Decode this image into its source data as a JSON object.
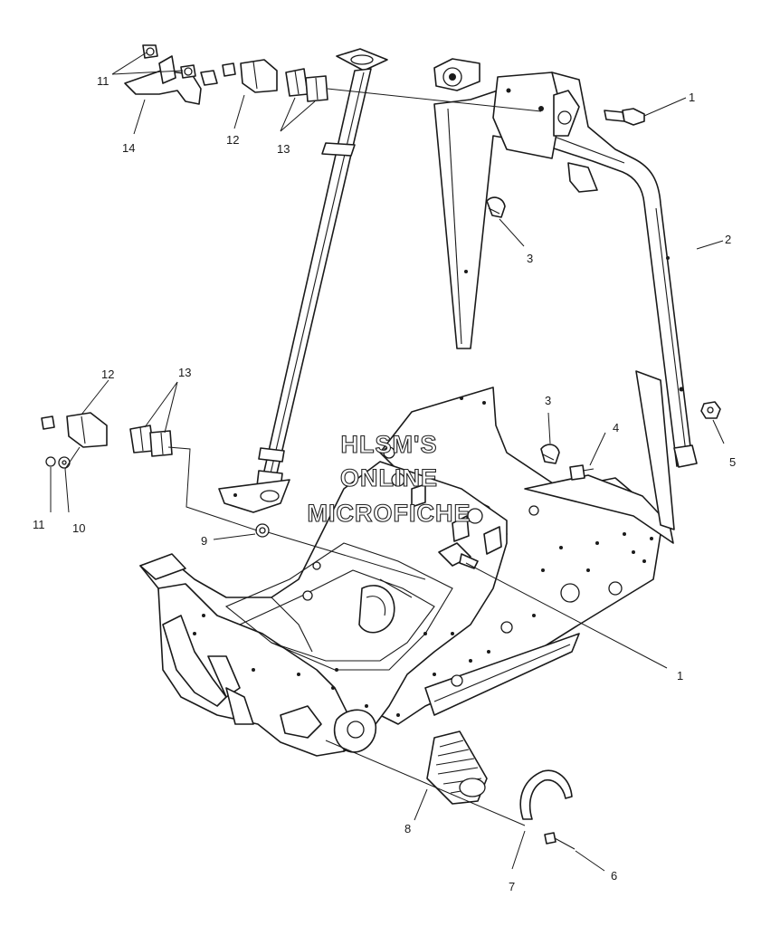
{
  "watermark": {
    "line1": "HLSM'S",
    "line2": "ONLINE",
    "line3": "MICROFICHE"
  },
  "callouts": {
    "c11a": "11",
    "c14": "14",
    "c12a": "12",
    "c13a": "13",
    "c1a": "1",
    "c2": "2",
    "c3a": "3",
    "c12b": "12",
    "c13b": "13",
    "c3b": "3",
    "c4": "4",
    "c5": "5",
    "c11b": "11",
    "c10": "10",
    "c9": "9",
    "c1b": "1",
    "c8": "8",
    "c7": "7",
    "c6": "6"
  }
}
